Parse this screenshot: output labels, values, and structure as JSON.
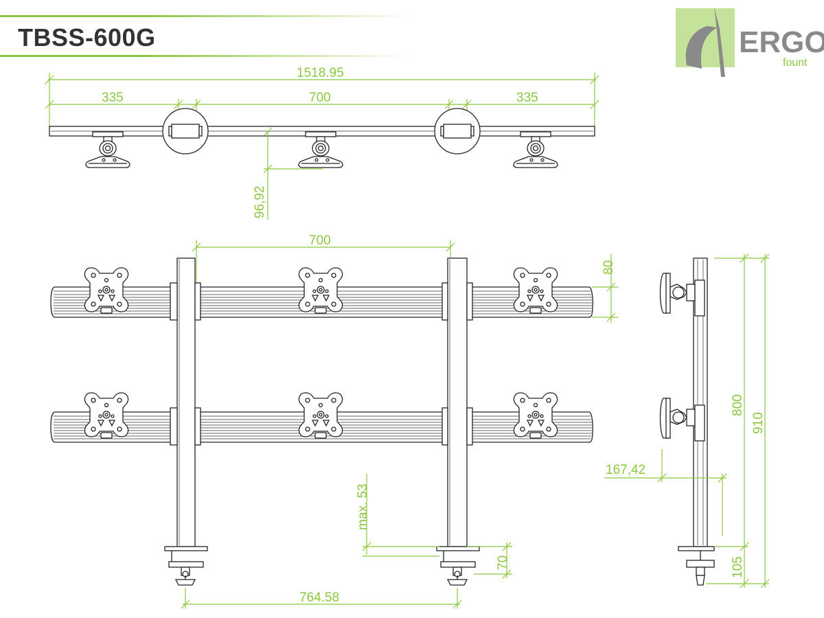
{
  "title": "TBSS-600G",
  "logo": {
    "brand": "ERGO",
    "sub": "fount"
  },
  "colors": {
    "accent": "#8dc63f",
    "line": "#222222",
    "title": "#333333"
  },
  "dimensions": {
    "top_total": "1518.95",
    "top_left": "335",
    "top_middle": "700",
    "top_right": "335",
    "top_depth": "96,92",
    "front_spacing": "700",
    "rail_height": "80",
    "clamp_max": "max. 53",
    "clamp_70": "70",
    "base_spacing": "764.58",
    "side_depth": "167,42",
    "side_800": "800",
    "side_910": "910",
    "side_105": "105"
  }
}
